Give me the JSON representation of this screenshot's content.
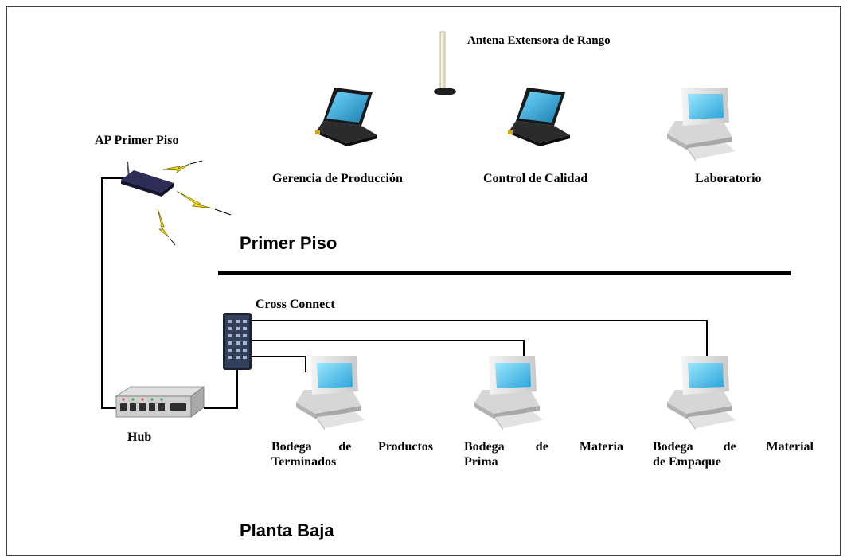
{
  "labels": {
    "antenna": "Antena Extensora de Rango",
    "ap": "AP  Primer Piso",
    "gerencia": "Gerencia de Producción",
    "control": "Control de Calidad",
    "laboratorio": "Laboratorio",
    "primer_piso": "Primer Piso",
    "cross_connect": "Cross Connect",
    "hub": "Hub",
    "bodega_productos": [
      "Bodega de Productos",
      "Terminados"
    ],
    "bodega_materia": [
      "Bodega de Materia",
      "Prima"
    ],
    "bodega_empaque": [
      "Bodega de Material",
      "de Empaque"
    ],
    "planta_baja": "Planta Baja"
  },
  "icons": {
    "antenna": "antenna-icon",
    "access_point": "access-point-icon",
    "laptop": "laptop-icon",
    "desktop": "desktop-computer-icon",
    "cross_connect": "patch-panel-icon",
    "hub": "hub-icon",
    "wireless": "lightning-bolt-icon"
  },
  "colors": {
    "line": "#000000",
    "screen": "#4fc3f7",
    "bolt": "#f5e600",
    "device_dark": "#2b2b55"
  }
}
